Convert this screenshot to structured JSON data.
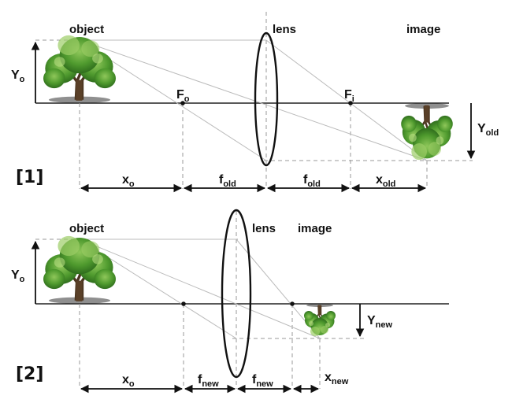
{
  "panels": [
    {
      "number": "[1]",
      "object_label": "object",
      "lens_label": "lens",
      "image_label": "image",
      "object_height": {
        "base": "Y",
        "sub": "o"
      },
      "image_height": {
        "base": "Y",
        "sub": "old"
      },
      "focal_object": {
        "base": "F",
        "sub": "o"
      },
      "focal_image": {
        "base": "F",
        "sub": "i"
      },
      "distances": [
        {
          "base": "x",
          "sub": "o"
        },
        {
          "base": "f",
          "sub": "old"
        },
        {
          "base": "f",
          "sub": "old"
        },
        {
          "base": "x",
          "sub": "old"
        }
      ]
    },
    {
      "number": "[2]",
      "object_label": "object",
      "lens_label": "lens",
      "image_label": "image",
      "object_height": {
        "base": "Y",
        "sub": "o"
      },
      "image_height": {
        "base": "Y",
        "sub": "new"
      },
      "distances": [
        {
          "base": "x",
          "sub": "o"
        },
        {
          "base": "f",
          "sub": "new"
        },
        {
          "base": "f",
          "sub": "new"
        },
        {
          "base": "x",
          "sub": "new"
        }
      ]
    }
  ]
}
